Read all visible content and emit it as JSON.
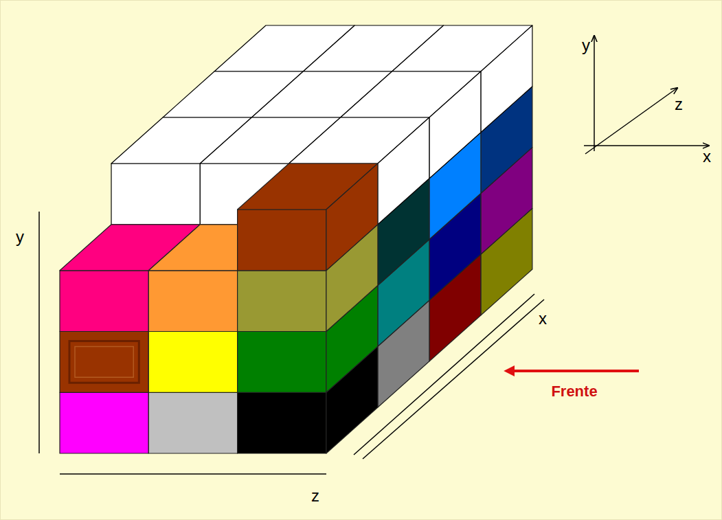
{
  "diagram": {
    "labels": [
      "y",
      "z",
      "x",
      "y",
      "x",
      "Frente",
      "z"
    ]
  }
}
